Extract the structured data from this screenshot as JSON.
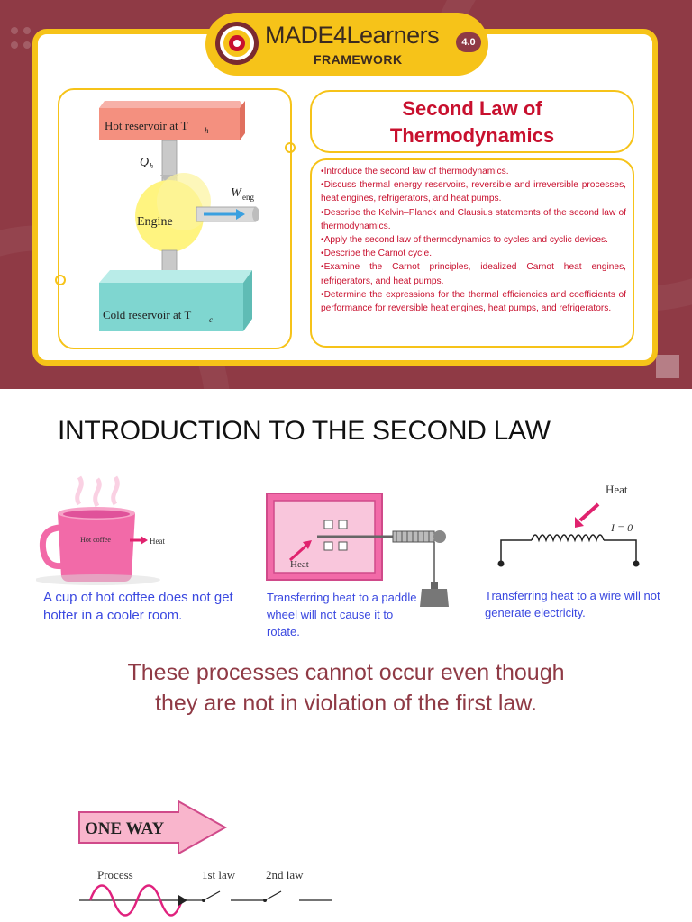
{
  "header": {
    "logo_main": "MADE4Learners",
    "logo_version": "4.0",
    "logo_sub": "FRAMEWORK"
  },
  "figure_engine": {
    "hot_reservoir": "Hot reservoir at T",
    "hot_sub": "h",
    "heat_in": "Q",
    "heat_in_sub": "h",
    "work": "W",
    "work_sub": "eng",
    "engine": "Engine",
    "cold_reservoir": "Cold reservoir at T",
    "cold_sub": "c"
  },
  "title": {
    "line1": "Second Law of",
    "line2": "Thermodynamics"
  },
  "objectives": [
    "•Introduce the second law of thermodynamics.",
    "•Discuss thermal energy reservoirs, reversible and irreversible processes, heat engines, refrigerators, and heat pumps.",
    "•Describe the Kelvin–Planck and Clausius statements of the second law of thermodynamics.",
    "•Apply the second law of thermodynamics to cycles and cyclic devices.",
    "•Describe the Carnot cycle.",
    "•Examine the Carnot principles, idealized Carnot heat engines, refrigerators, and heat pumps.",
    "•Determine the expressions for the thermal efficiencies and coefficients of performance for reversible heat engines, heat pumps, and refrigerators."
  ],
  "section": {
    "heading": "INTRODUCTION TO THE SECOND LAW"
  },
  "examples": {
    "coffee_label": "Hot coffee",
    "coffee_heat": "Heat",
    "coffee_caption": "A cup of hot coffee does not get hotter in a cooler room.",
    "paddle_heat": "Heat",
    "paddle_caption": "Transferring heat to a paddle wheel will not cause it to rotate.",
    "wire_heat": "Heat",
    "wire_current": "I = 0",
    "wire_caption": "Transferring heat to a wire will not generate electricity."
  },
  "conclusion": {
    "line1": "These processes cannot occur even though",
    "line2": "they are not in violation of the first law."
  },
  "oneway": {
    "arrow_label": "ONE WAY",
    "process": "Process",
    "first_law": "1st law",
    "second_law": "2nd law"
  },
  "colors": {
    "banner": "#8f3a45",
    "accent_yellow": "#f6c319",
    "title_red": "#c8102e",
    "caption_blue": "#3a48e0",
    "pink": "#f26aa8"
  }
}
